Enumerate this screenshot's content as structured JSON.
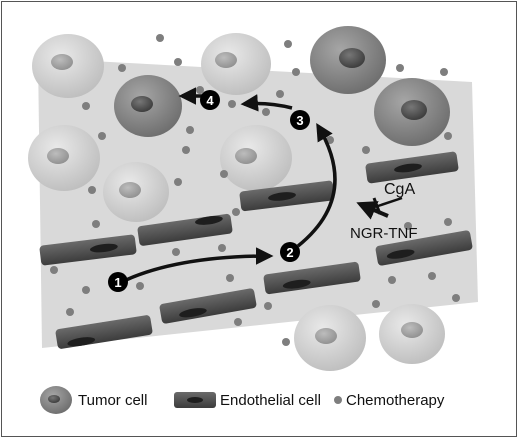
{
  "steps": [
    "1",
    "2",
    "3",
    "4"
  ],
  "labels": {
    "inhibitor": "CgA",
    "agent": "NGR-TNF"
  },
  "legend": {
    "tumor_cell": "Tumor cell",
    "endothelial_cell": "Endothelial cell",
    "chemotherapy": "Chemotherapy"
  },
  "colors": {
    "background_tissue": "#d8d8d8",
    "tumor_cell": "#c8c8c8",
    "tumor_cell_dark": "#8a8a8a",
    "endothelial_cell": "#4a4a4a",
    "chemotherapy_dot": "#7a7a7a",
    "arrow": "#111111"
  }
}
